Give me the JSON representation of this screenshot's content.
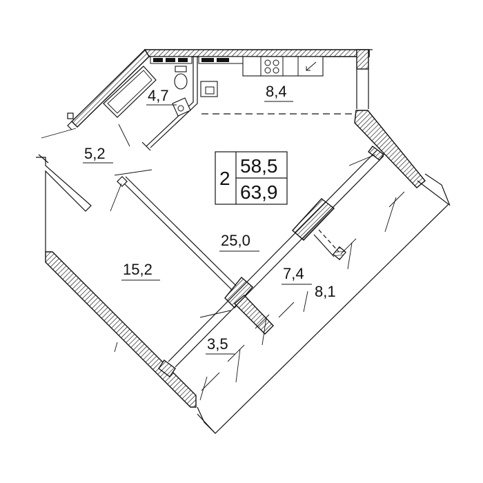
{
  "plan": {
    "rooms": [
      {
        "id": "hall",
        "area": "5,2"
      },
      {
        "id": "bathroom",
        "area": "4,7"
      },
      {
        "id": "kitchen",
        "area": "8,4"
      },
      {
        "id": "living",
        "area": "25,0"
      },
      {
        "id": "bedroom",
        "area": "15,2"
      },
      {
        "id": "loggia-small",
        "area": "3,5"
      },
      {
        "id": "loggia-middle",
        "area": "7,4"
      },
      {
        "id": "loggia-large",
        "area": "8,1"
      }
    ],
    "summary": {
      "rooms_count": "2",
      "living_area": "58,5",
      "total_area": "63,9"
    },
    "colors": {
      "line": "#111111",
      "background": "#ffffff",
      "wall_hatch": "#111111"
    }
  }
}
